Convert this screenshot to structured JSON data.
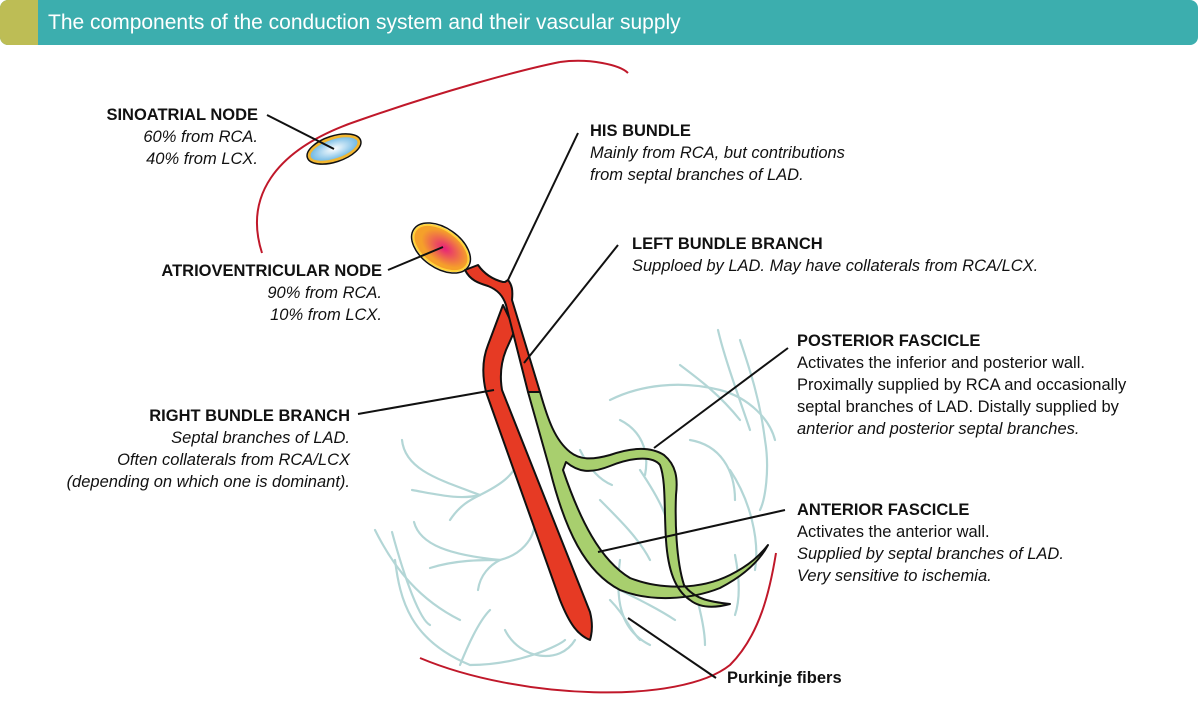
{
  "header": {
    "title": "The components of the conduction system and their vascular supply",
    "accent_color": "#bdbd55",
    "bar_color": "#3caeae"
  },
  "colors": {
    "pericardium_line": "#c0182a",
    "bundle_red": "#e63a24",
    "fascicle_green": "#a8cf6e",
    "purkinje": "#b3d6d6",
    "sa_node_fill": "#8fc8ea",
    "av_node_fill": "#f5a02a"
  },
  "labels": {
    "sa_node": {
      "title": "SINOATRIAL NODE",
      "lines": [
        "60% from RCA.",
        "40% from LCX."
      ]
    },
    "av_node": {
      "title": "ATRIOVENTRICULAR NODE",
      "lines": [
        "90% from RCA.",
        "10% from LCX."
      ]
    },
    "his_bundle": {
      "title": "HIS BUNDLE",
      "lines": [
        "Mainly from RCA, but contributions",
        "from septal branches of LAD."
      ]
    },
    "left_bundle_branch": {
      "title": "LEFT BUNDLE BRANCH",
      "lines": [
        "Supploed by LAD. May have collaterals from RCA/LCX."
      ]
    },
    "posterior_fascicle": {
      "title": "POSTERIOR FASCICLE",
      "lines": [
        "Activates the inferior and posterior wall.",
        "Proximally supplied by RCA and occasionally",
        "septal branches of LAD. Distally supplied by",
        "anterior and posterior septal branches."
      ]
    },
    "right_bundle_branch": {
      "title": "RIGHT BUNDLE BRANCH",
      "lines": [
        "Septal branches of LAD.",
        "Often collaterals from RCA/LCX",
        "(depending on which one is dominant)."
      ]
    },
    "anterior_fascicle": {
      "title": "ANTERIOR FASCICLE",
      "lines": [
        "Activates the anterior wall.",
        "Supplied by septal branches of LAD.",
        "Very sensitive to ischemia."
      ]
    },
    "purkinje": {
      "title": "Purkinje fibers"
    }
  }
}
